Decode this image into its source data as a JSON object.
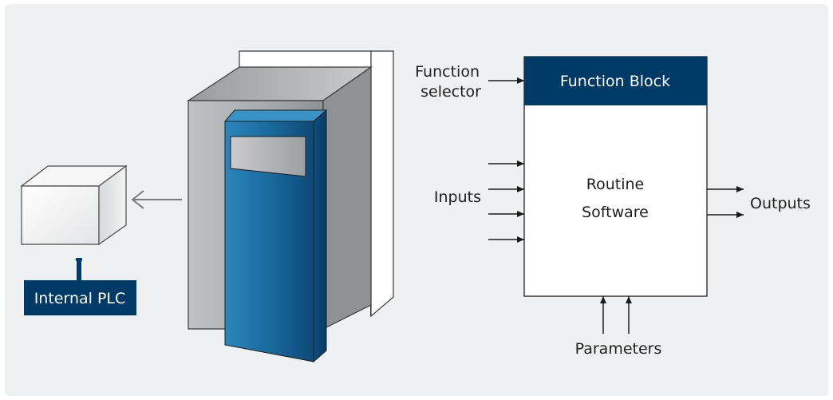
{
  "labels": {
    "internal_plc": "Internal PLC",
    "function_block": "Function Block",
    "function_selector_line1": "Function",
    "function_selector_line2": "selector",
    "inputs": "Inputs",
    "outputs": "Outputs",
    "routine_line1": "Routine",
    "routine_line2": "Software",
    "parameters": "Parameters"
  },
  "colors": {
    "navy": "#003a66",
    "drive_blue": "#1b6fa0",
    "panel_bg": "#eef0f1",
    "arrow": "#1a1a1a",
    "gray_arrow": "#7a7a7a"
  }
}
